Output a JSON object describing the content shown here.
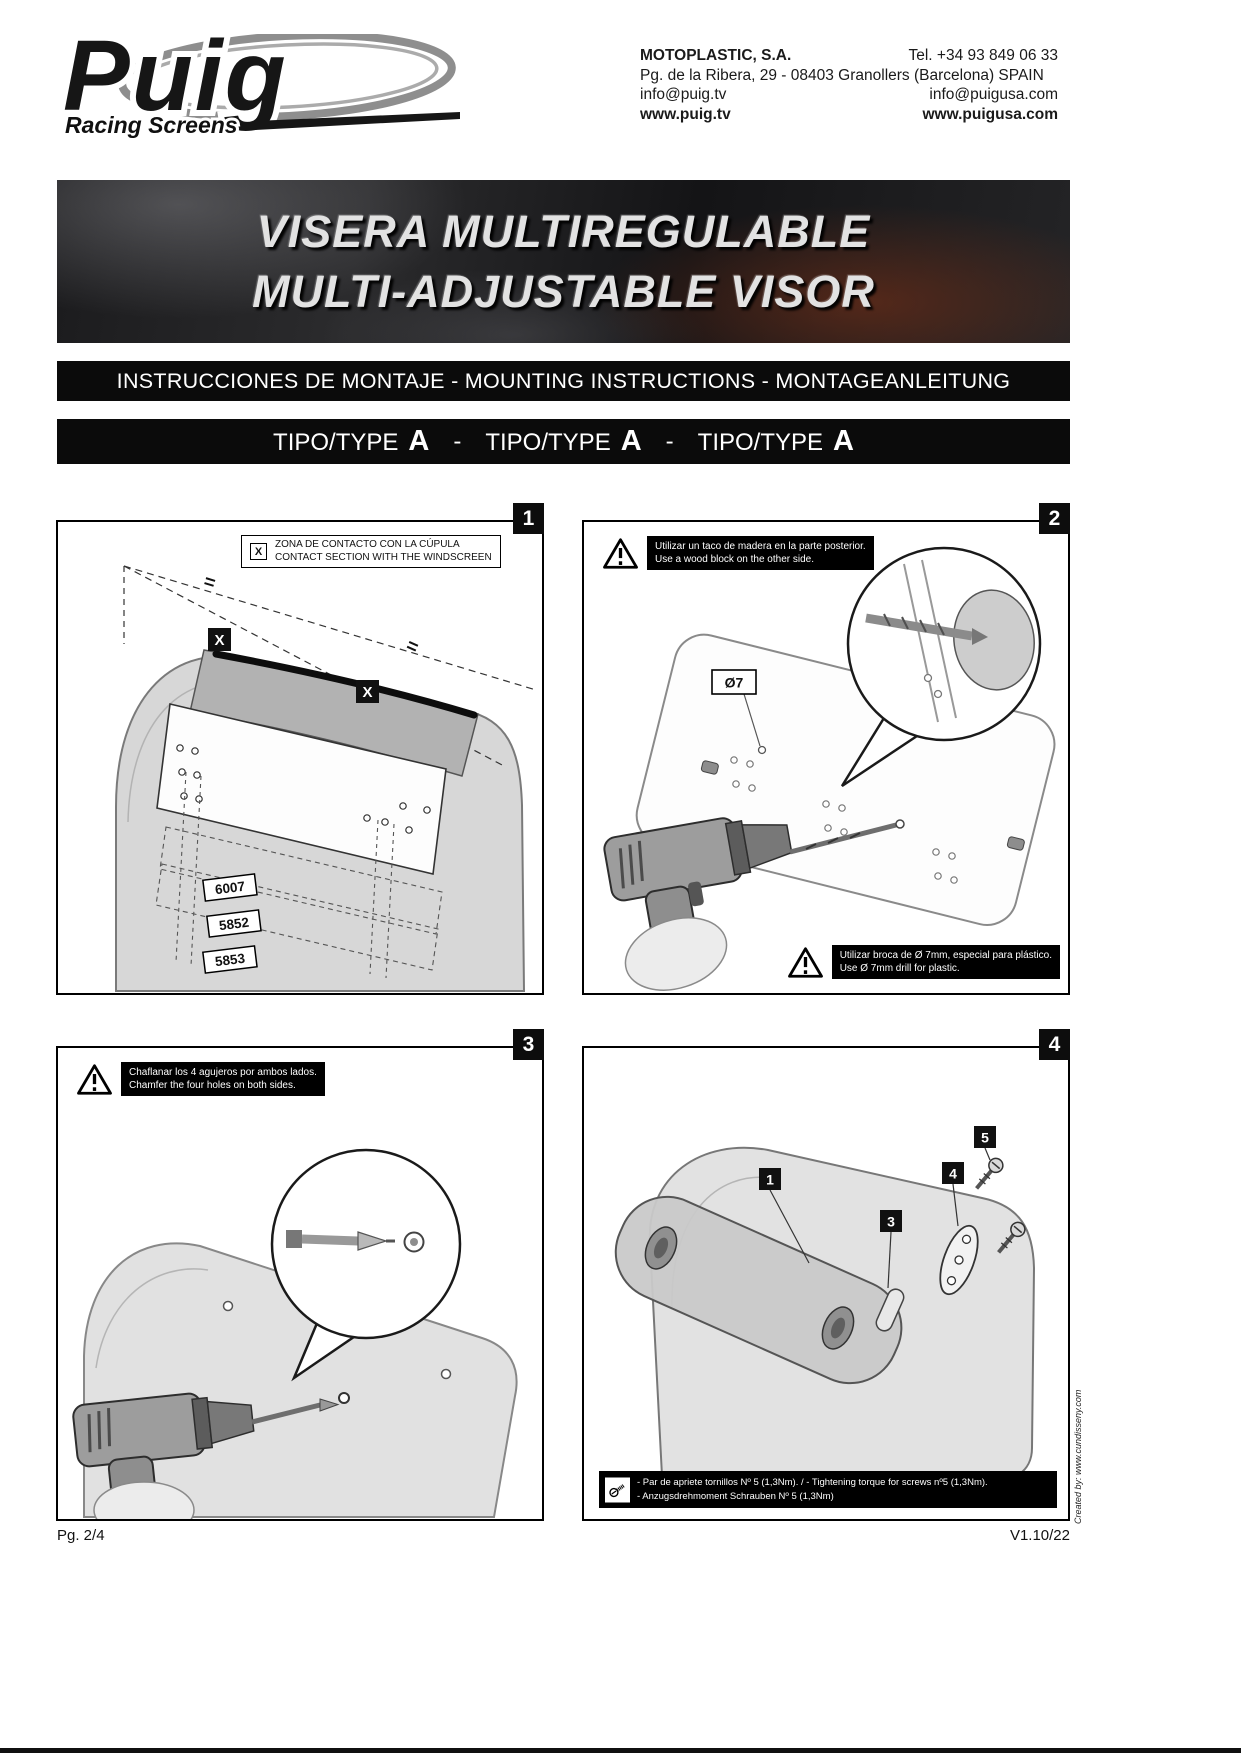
{
  "header": {
    "logo": {
      "name": "Puig",
      "tagline": "Racing Screens"
    },
    "company": {
      "name": "MOTOPLASTIC, S.A.",
      "phone": "Tel. +34 93 849 06 33",
      "address": "Pg. de la Ribera, 29 - 08403 Granollers (Barcelona) SPAIN",
      "email_es": "info@puig.tv",
      "email_us": "info@puigusa.com",
      "web_es": "www.puig.tv",
      "web_us": "www.puigusa.com"
    }
  },
  "title_banner": {
    "line1": "VISERA MULTIREGULABLE",
    "line2": "MULTI-ADJUSTABLE VISOR"
  },
  "instructions_bar": "INSTRUCCIONES DE MONTAJE - MOUNTING INSTRUCTIONS - MONTAGEANLEITUNG",
  "type_bar": {
    "items": [
      {
        "prefix": "TIPO/TYPE",
        "letter": "A"
      },
      {
        "prefix": "TIPO/TYPE",
        "letter": "A"
      },
      {
        "prefix": "TIPO/TYPE",
        "letter": "A"
      }
    ],
    "separator": "-"
  },
  "panel1": {
    "number": "1",
    "contact_note": {
      "icon": "X",
      "line1": "ZONA DE CONTACTO CON LA CÚPULA",
      "line2": "CONTACT SECTION WITH THE WINDSCREEN"
    },
    "x_marker": "X",
    "equal_sign": "=",
    "part_numbers": [
      "6007",
      "5852",
      "5853"
    ]
  },
  "panel2": {
    "number": "2",
    "warning_top": {
      "line1": "Utilizar un taco de madera en la parte posterior.",
      "line2": "Use a wood block on the other side."
    },
    "hole_diameter": "Ø7",
    "warning_bottom": {
      "line1": "Utilizar broca de Ø 7mm, especial para plástico.",
      "line2": "Use Ø 7mm drill for plastic."
    }
  },
  "panel3": {
    "number": "3",
    "warning": {
      "line1": "Chaflanar los 4 agujeros por ambos lados.",
      "line2": "Chamfer the four holes on both sides."
    }
  },
  "panel4": {
    "number": "4",
    "part_labels": {
      "p1": "1",
      "p3": "3",
      "p4": "4",
      "p5": "5"
    },
    "torque_note": {
      "line1": "- Par de apriete tornillos Nº 5 (1,3Nm). / - Tightening torque for screws nº5 (1,3Nm).",
      "line2": "- Anzugsdrehmoment Schrauben Nº 5 (1,3Nm)"
    }
  },
  "footer": {
    "page": "Pg. 2/4",
    "version": "V1.10/22",
    "credit": "Created by: www.cundisseny.com"
  },
  "icons": {
    "warning": "triangle-exclamation",
    "torque": "screw"
  },
  "colors": {
    "bar_bg": "#0b0b0b",
    "bar_text": "#ffffff",
    "page_bg": "#ffffff"
  }
}
